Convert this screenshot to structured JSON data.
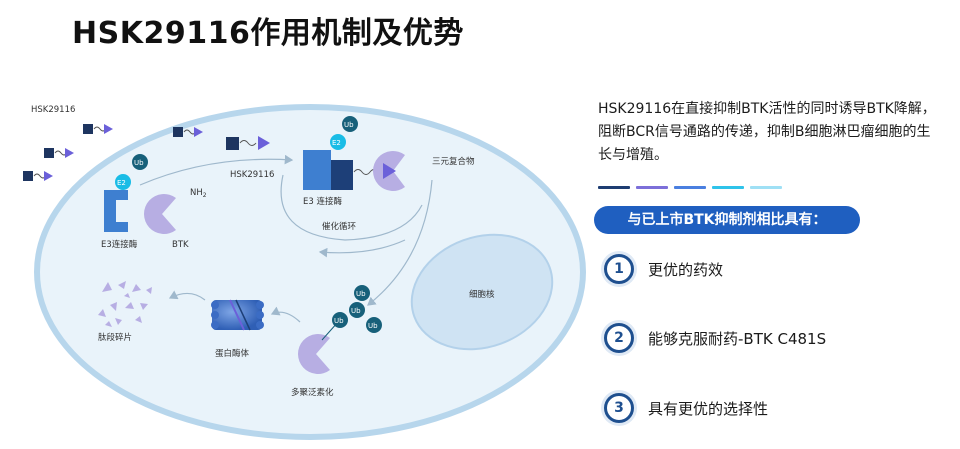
{
  "title": "HSK29116作用机制及优势",
  "diagram": {
    "labels": {
      "drug_top": "HSK29116",
      "drug_mid": "HSK29116",
      "e3_left": "E3连接酶",
      "btk": "BTK",
      "nh2": "NH",
      "nh2_sub": "2",
      "e3_mid": "E3 连接酶",
      "ternary": "三元复合物",
      "catalytic": "催化循环",
      "nucleus": "细胞核",
      "fragments": "肽段碎片",
      "proteasome": "蛋白酶体",
      "ubiquitination": "多聚泛素化",
      "ub": "Ub",
      "e2": "E2"
    },
    "colors": {
      "cell_fill": "#e9f3fa",
      "cell_border": "#b7d6ec",
      "nucleus_fill": "#cfe3f3",
      "e3": "#3e7fd0",
      "e3_dark": "#1d3f78",
      "btk": "#b7aee3",
      "e2": "#19bce6",
      "ub": "#17607a",
      "drug_square": "#1e3560",
      "drug_tri": "#6b60d9"
    }
  },
  "description": "HSK29116在直接抑制BTK活性的同时诱导BTK降解，阻断BCR信号通路的传递，抑制B细胞淋巴瘤细胞的生长与增殖。",
  "divider_colors": [
    "#1e3d72",
    "#7c6fd9",
    "#4a7fe0",
    "#2fc3ea",
    "#9fe0f5"
  ],
  "compare_banner": "与已上市BTK抑制剂相比具有：",
  "advantages": [
    {
      "num": "1",
      "text": "更优的药效"
    },
    {
      "num": "2",
      "text": "能够克服耐药-BTK C481S"
    },
    {
      "num": "3",
      "text": "具有更优的选择性"
    }
  ]
}
